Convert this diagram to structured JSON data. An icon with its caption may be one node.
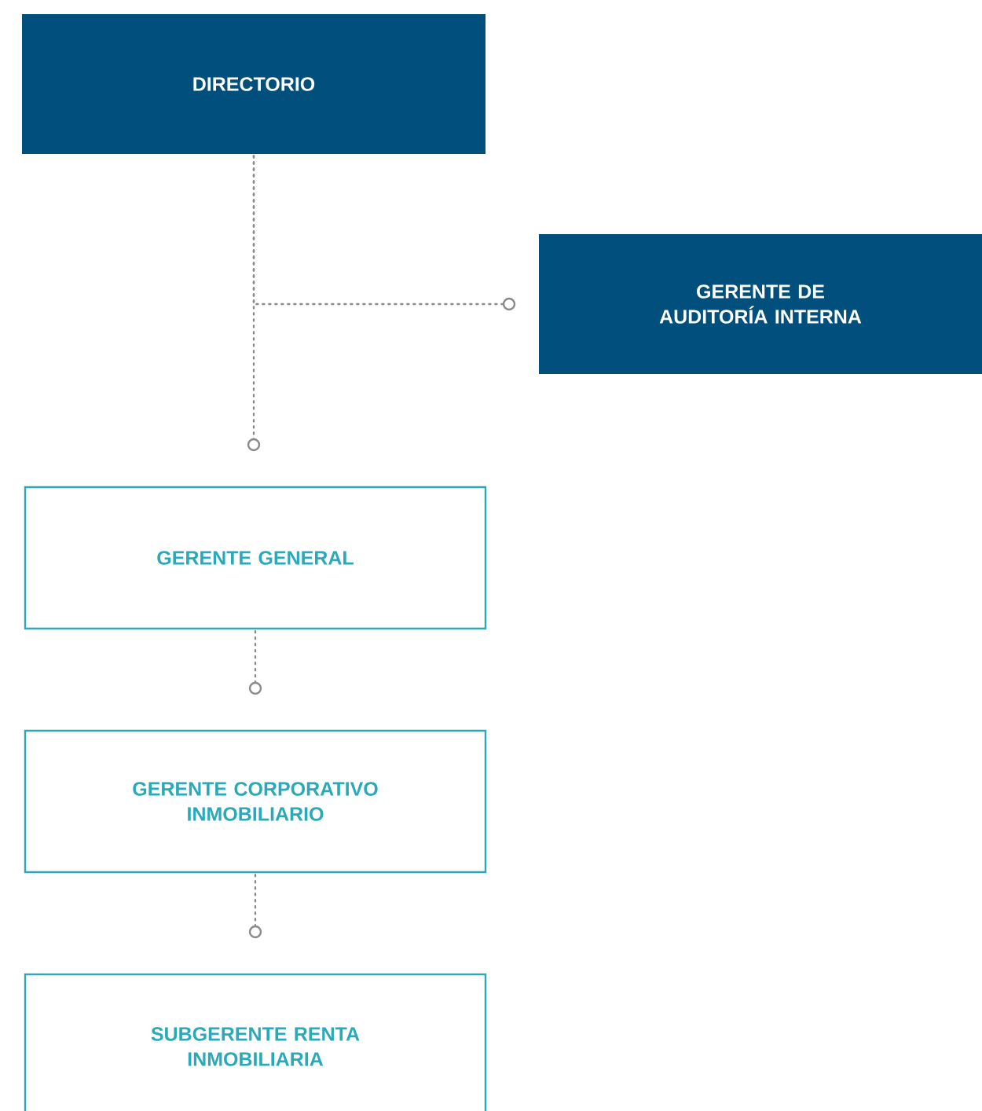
{
  "diagram": {
    "nodes": [
      {
        "text": [
          "DIRECTORIO"
        ]
      },
      {
        "text": [
          "GERENTE DE AUDITORÍA INTERNA"
        ]
      },
      {
        "text": [
          "GERENTE GENERAL"
        ]
      },
      {
        "text": [
          "GERENTE CORPORATIVO INMOBILIARIO"
        ]
      },
      {
        "text": [
          "SUBGERENTE RENTA INMOBILIARIA"
        ]
      }
    ],
    "edges": [
      {
        "from": 0,
        "to": 2,
        "arrow": "other"
      },
      {
        "from": 0,
        "to": 1,
        "arrow": "other"
      },
      {
        "from": 2,
        "to": 3,
        "arrow": "other"
      },
      {
        "from": 3,
        "to": 4,
        "arrow": "other"
      }
    ]
  }
}
